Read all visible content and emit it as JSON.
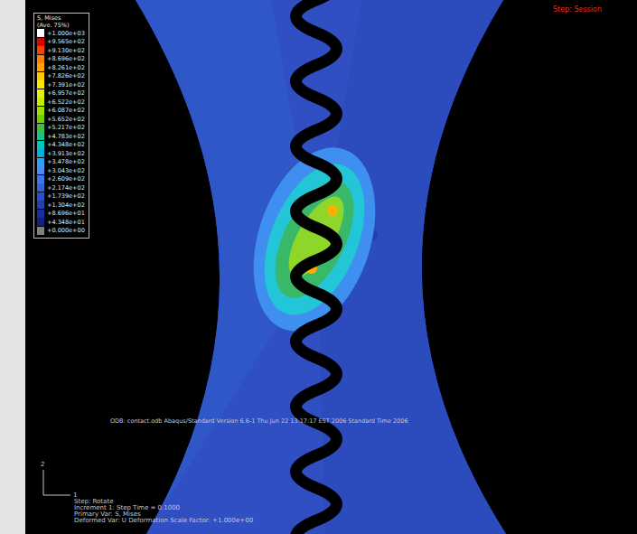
{
  "diagram": {
    "labels": [
      "S, Mises",
      "(Ave. 75%)",
      "Step: Session",
      "ODB: contact.odb    Abaqus/Standard Version 6.6-1    Thu Jun 22 13:17:17 EST 2006 Standard Time 2006",
      "Step: Rotate",
      "Increment    1: Step Time =    0.1000",
      "Primary Var: S, Mises",
      "Deformed Var: U   Deformation Scale Factor: +1.000e+00",
      "2",
      "1"
    ],
    "legend": [
      {
        "text": "+1.000e+03",
        "color": "#ffffff"
      },
      {
        "text": "+9.565e+02",
        "color": "#e00000"
      },
      {
        "text": "+9.130e+02",
        "color": "#ff4000"
      },
      {
        "text": "+8.696e+02",
        "color": "#ff7f00"
      },
      {
        "text": "+8.261e+02",
        "color": "#ffa500"
      },
      {
        "text": "+7.826e+02",
        "color": "#ffc800"
      },
      {
        "text": "+7.391e+02",
        "color": "#ffe800"
      },
      {
        "text": "+6.957e+02",
        "color": "#e6f000"
      },
      {
        "text": "+6.522e+02",
        "color": "#c0f000"
      },
      {
        "text": "+6.087e+02",
        "color": "#9be000"
      },
      {
        "text": "+5.652e+02",
        "color": "#6fd000"
      },
      {
        "text": "+5.217e+02",
        "color": "#40c040"
      },
      {
        "text": "+4.783e+02",
        "color": "#20c080"
      },
      {
        "text": "+4.348e+02",
        "color": "#00c8c0"
      },
      {
        "text": "+3.913e+02",
        "color": "#00b0e0"
      },
      {
        "text": "+3.478e+02",
        "color": "#30a0f0"
      },
      {
        "text": "+3.043e+02",
        "color": "#4a8cf0"
      },
      {
        "text": "+2.609e+02",
        "color": "#3c78e8"
      },
      {
        "text": "+2.174e+02",
        "color": "#3264d8"
      },
      {
        "text": "+1.739e+02",
        "color": "#2a50c8"
      },
      {
        "text": "+1.304e+02",
        "color": "#2240b0"
      },
      {
        "text": "+8.696e+01",
        "color": "#1a3098"
      },
      {
        "text": "+4.348e+01",
        "color": "#142080"
      },
      {
        "text": "+0.000e+00",
        "color": "#808080"
      }
    ]
  }
}
